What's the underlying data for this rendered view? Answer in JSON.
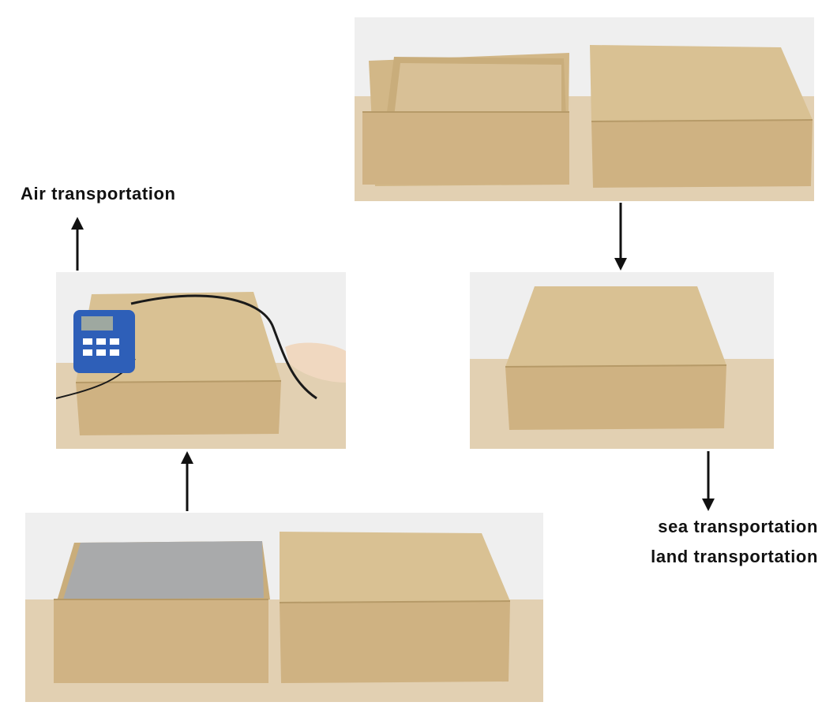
{
  "labels": {
    "air": "Air transportation",
    "sea": "sea transportation",
    "land": "land transportation"
  },
  "colors": {
    "cardboard": "#d2b787",
    "cardboard_shade": "#c4a876",
    "cardboard_dark": "#b69a68",
    "table": "#e2d0b2",
    "wall": "#efefef",
    "insulation": "#a9aaab",
    "meter_blue": "#2e5fb8",
    "arrow": "#111111"
  },
  "icons": {
    "arrow_up": "arrow-up-icon",
    "arrow_down": "arrow-down-icon",
    "meter": "thermometer-device-icon"
  }
}
